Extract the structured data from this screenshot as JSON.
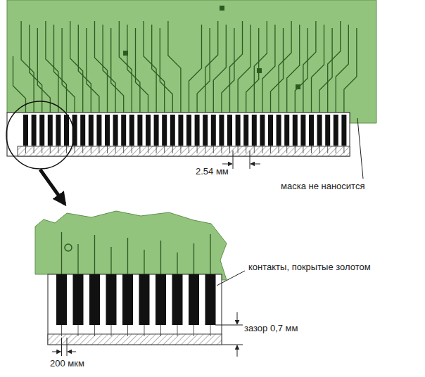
{
  "diagram": {
    "labels": [
      "2.54 мм",
      "маска не наносится",
      "контакты, покрытые золотом",
      "зазор 0,7 мм",
      "200 мкм"
    ]
  }
}
